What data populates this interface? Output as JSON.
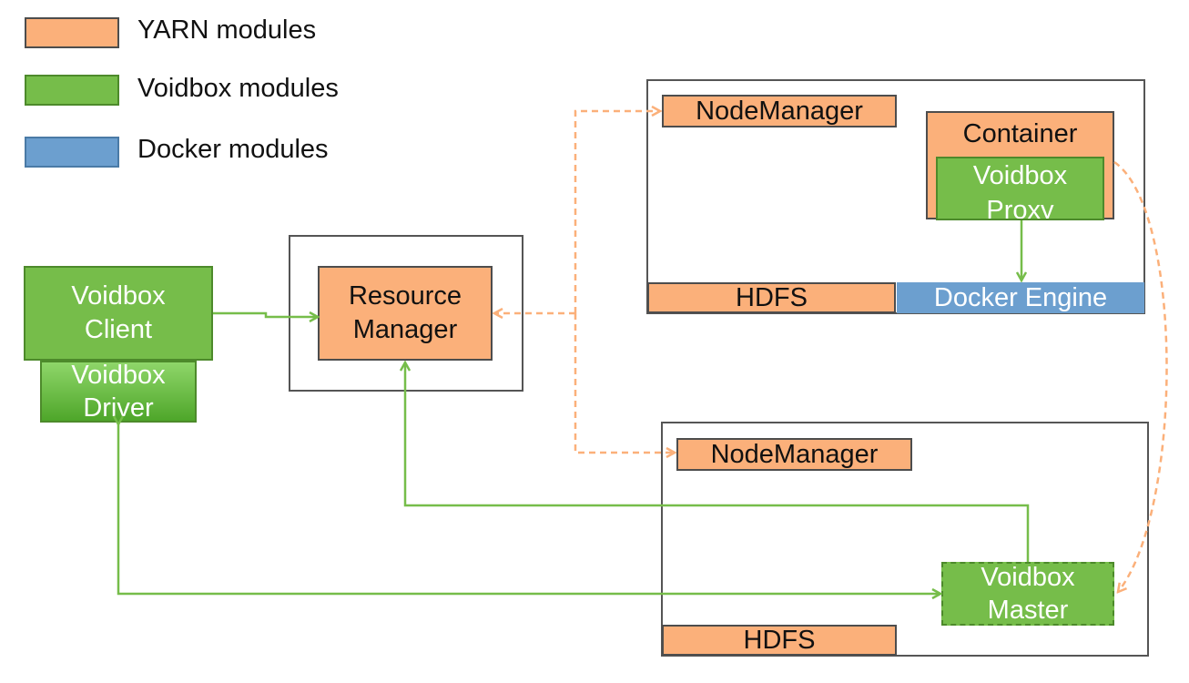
{
  "legend": {
    "yarn": "YARN modules",
    "voidbox": "Voidbox modules",
    "docker": "Docker modules"
  },
  "colors": {
    "yarn": "#fbb07a",
    "voidbox": "#76bd4a",
    "docker": "#6c9fcf",
    "frame": "#555555",
    "green_arrow": "#76bd4a",
    "orange_dashed_arrow": "#fbb07a"
  },
  "client": {
    "client_label": "Voidbox\nClient",
    "driver_label": "Voidbox\nDriver"
  },
  "resource_manager": {
    "label": "Resource\nManager"
  },
  "node_top": {
    "nodemanager": "NodeManager",
    "container": "Container",
    "proxy": "Voidbox\nProxy",
    "hdfs": "HDFS",
    "docker_engine": "Docker Engine"
  },
  "node_bottom": {
    "nodemanager": "NodeManager",
    "master": "Voidbox\nMaster",
    "hdfs": "HDFS"
  }
}
